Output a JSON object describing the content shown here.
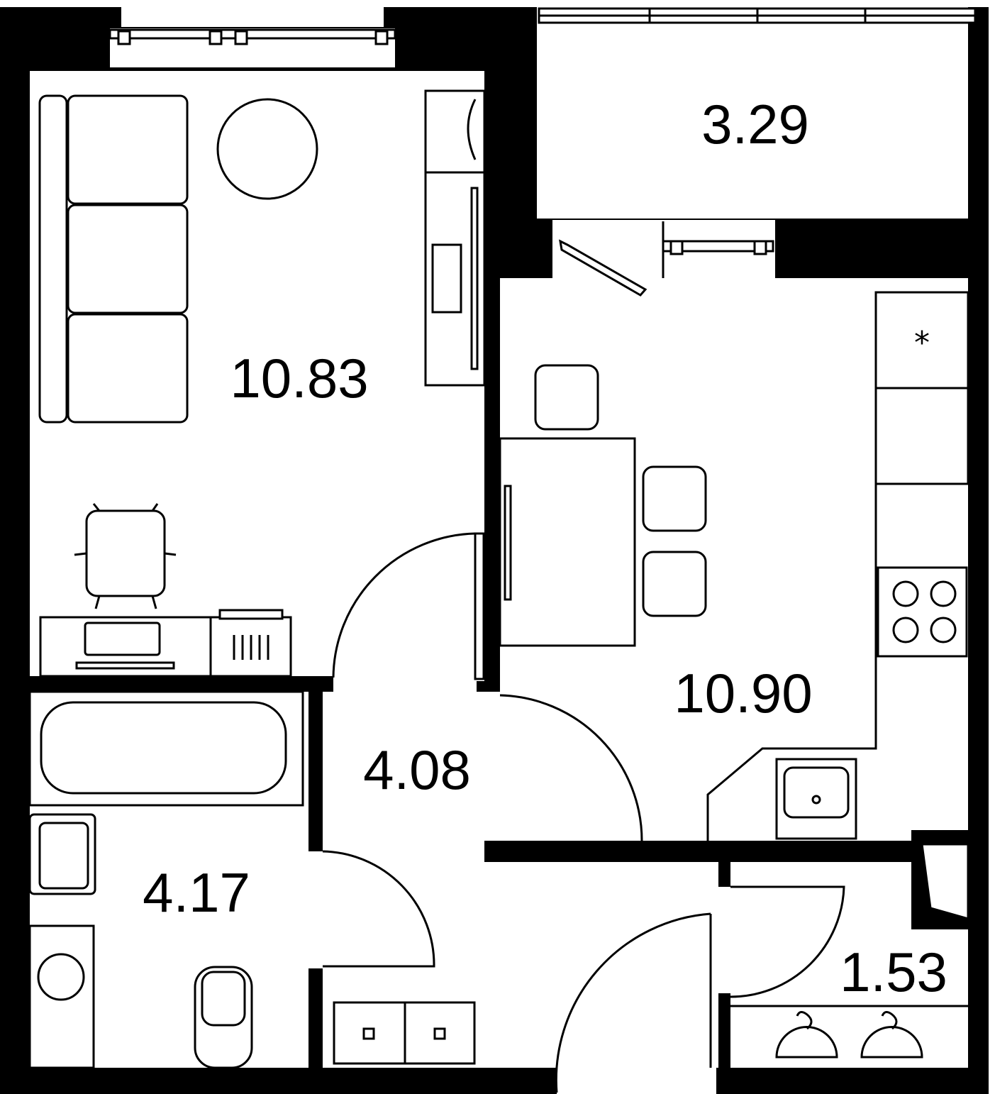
{
  "plan": {
    "rooms": [
      {
        "name": "living-room",
        "area": "10.83"
      },
      {
        "name": "balcony",
        "area": "3.29"
      },
      {
        "name": "kitchen",
        "area": "10.90"
      },
      {
        "name": "hallway",
        "area": "4.08"
      },
      {
        "name": "bathroom",
        "area": "4.17"
      },
      {
        "name": "wardrobe",
        "area": "1.53"
      }
    ],
    "colors": {
      "wall": "#000000",
      "floor": "#ffffff"
    }
  }
}
